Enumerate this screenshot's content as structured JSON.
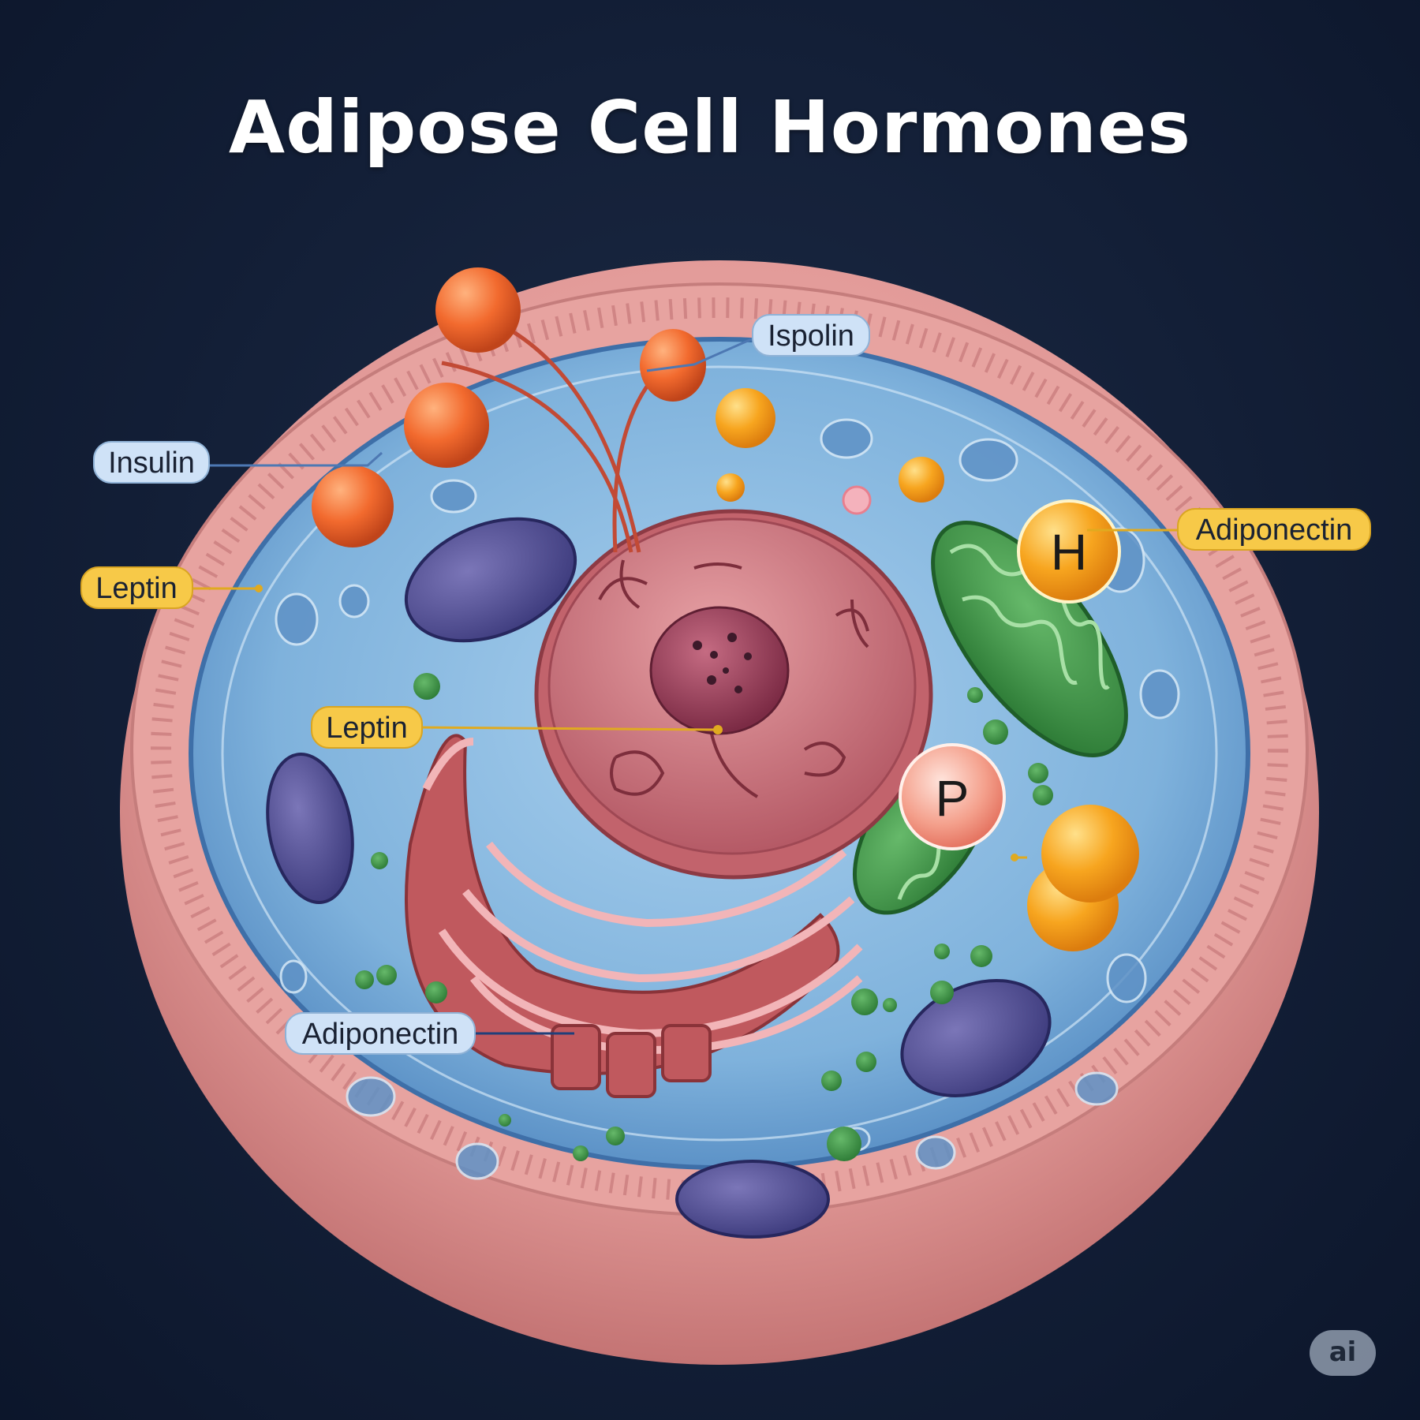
{
  "title": "Adipose Cell Hormones",
  "labels": {
    "ispolin": "Ispolin",
    "insulin": "Insulin",
    "leptin_outer": "Leptin",
    "leptin_inner": "Leptin",
    "adiponectin_right": "Adiponectin",
    "adiponectin_lower": "Adiponectin"
  },
  "glyphs": {
    "h": "H",
    "p": "P"
  },
  "badge": "ai",
  "colors": {
    "background": "#131f37",
    "membrane": "#e69a9a",
    "cytoplasm": "#7fb2dc",
    "nucleus": "#c96d78",
    "golgi": "#c0595e",
    "mitochondria": "#3b8f45",
    "vesicle_orange": "#f26a2e",
    "vesicle_yellow": "#f7a51f",
    "label_blue": "#cfe2f7",
    "label_yellow": "#f7c948"
  }
}
